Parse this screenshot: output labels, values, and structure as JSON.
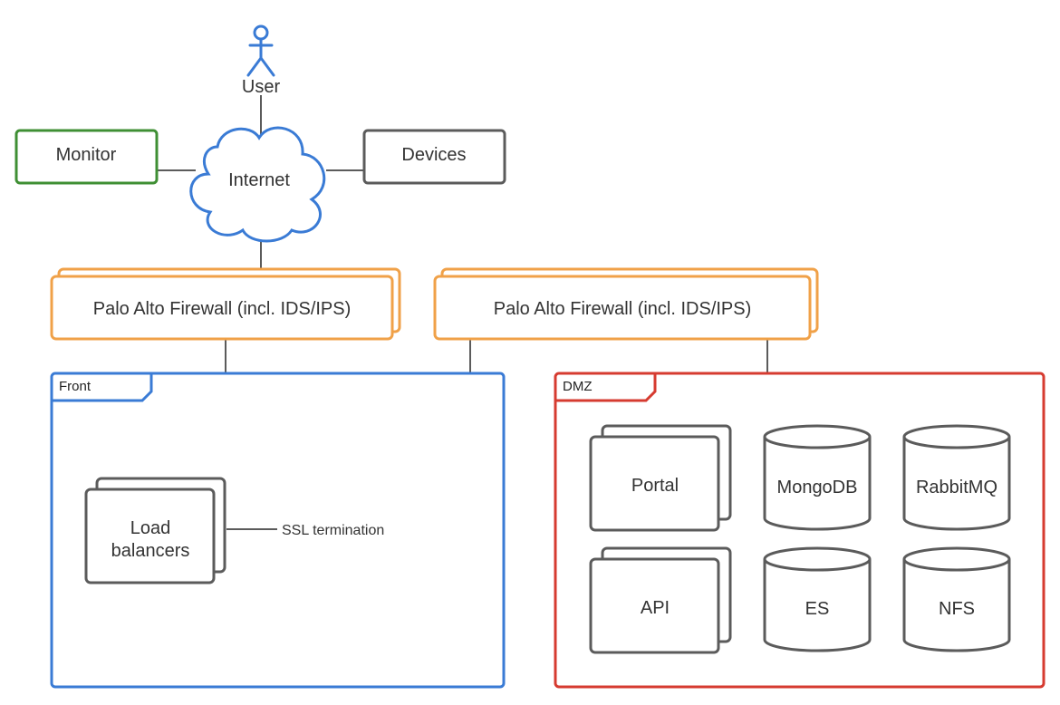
{
  "user": {
    "label": "User"
  },
  "internet": {
    "label": "Internet"
  },
  "monitor": {
    "label": "Monitor"
  },
  "devices": {
    "label": "Devices"
  },
  "firewalls": [
    {
      "label": "Palo Alto Firewall (incl. IDS/IPS)"
    },
    {
      "label": "Palo Alto Firewall (incl. IDS/IPS)"
    }
  ],
  "front": {
    "label": "Front",
    "load_balancers": {
      "line1": "Load",
      "line2": "balancers"
    },
    "ssl_note": "SSL termination"
  },
  "dmz": {
    "label": "DMZ",
    "portal": "Portal",
    "api": "API",
    "mongodb": "MongoDB",
    "rabbitmq": "RabbitMQ",
    "es": "ES",
    "nfs": "NFS"
  },
  "colors": {
    "monitor_border": "#3f8f34",
    "firewall_border": "#f0a148",
    "front_border": "#3a7bd5",
    "dmz_border": "#d63b30",
    "user_icon": "#3a7bd5",
    "cloud_border": "#3a7bd5",
    "gray_border": "#5b5b5b"
  }
}
